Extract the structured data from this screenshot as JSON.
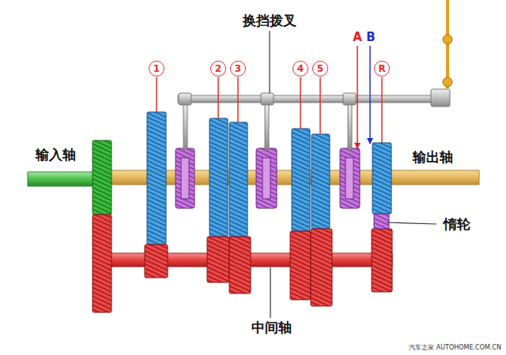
{
  "diagram": {
    "nodes": [
      {
        "text": [
          "1"
        ]
      },
      {
        "text": [
          "2"
        ]
      },
      {
        "text": [
          "3"
        ]
      },
      {
        "text": [
          "4"
        ]
      },
      {
        "text": [
          "5"
        ]
      },
      {
        "text": [
          "R"
        ]
      }
    ],
    "labels": [
      "换挡拨叉",
      "A",
      "B",
      "输入轴",
      "输出轴",
      "惰轮",
      "中间轴",
      "汽车之家 AUTOHOME.COM.CN"
    ]
  }
}
